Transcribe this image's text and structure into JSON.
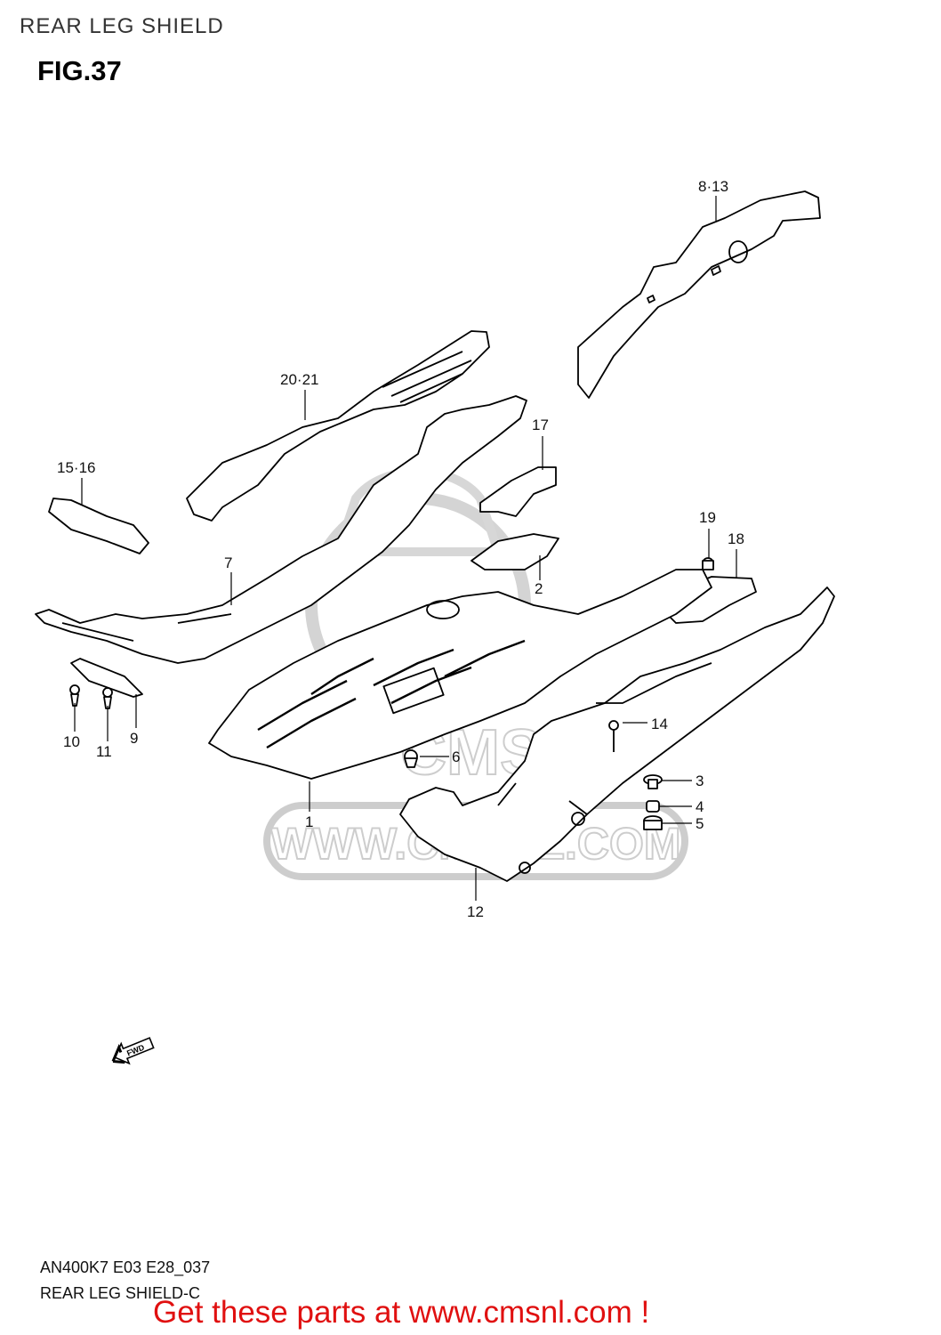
{
  "header": {
    "title": "REAR LEG SHIELD"
  },
  "figure": {
    "label": "FIG.37"
  },
  "footer": {
    "code": "AN400K7 E03 E28_037",
    "subtitle": "REAR LEG SHIELD-C",
    "cta": "Get these parts at www.cmsnl.com !"
  },
  "watermark": {
    "brand": "CMS",
    "url": "WWW.CMSNL.COM"
  },
  "fwd_arrow": {
    "label": "FWD"
  },
  "callouts": {
    "c1": "1",
    "c2": "2",
    "c3": "3",
    "c4": "4",
    "c5": "5",
    "c6": "6",
    "c7": "7",
    "c8_13": "8·13",
    "c9": "9",
    "c10": "10",
    "c11": "11",
    "c12": "12",
    "c14": "14",
    "c15_16": "15·16",
    "c17": "17",
    "c18": "18",
    "c19": "19",
    "c20_21": "20·21"
  }
}
